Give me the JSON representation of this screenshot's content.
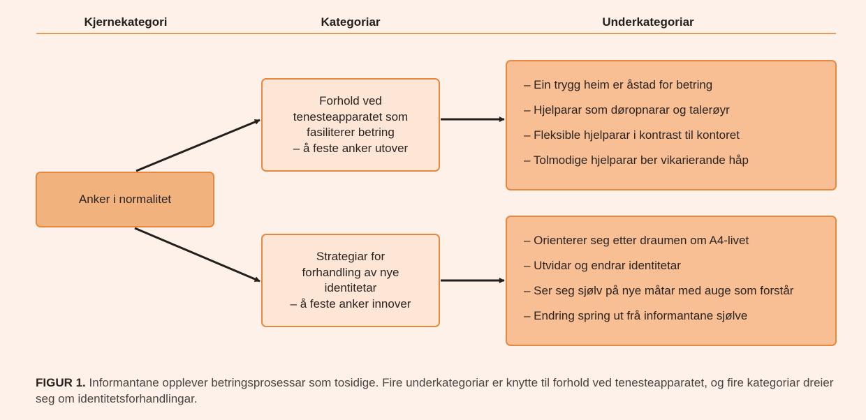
{
  "headers": {
    "core": "Kjernekategori",
    "categories": "Kategoriar",
    "subcategories": "Underkategoriar"
  },
  "core_category": "Anker i normalitet",
  "categories": [
    {
      "lines": [
        "Forhold ved",
        "tenesteapparatet som",
        "fasiliterer betring",
        "– å feste anker utover"
      ],
      "subcategories": [
        "– Ein trygg heim er åstad for betring",
        "– Hjelparar som døropnarar og talerøyr",
        "– Fleksible hjelparar i kontrast til kontoret",
        "– Tolmodige hjelparar ber vikarierande håp"
      ]
    },
    {
      "lines": [
        "Strategiar for",
        "forhandling av nye",
        "identitetar",
        "– å feste anker innover"
      ],
      "subcategories": [
        "– Orienterer seg etter draumen om A4-livet",
        "– Utvidar og endrar identitetar",
        "– Ser seg sjølv på nye måtar med auge som forstår",
        "– Endring spring ut frå informantane sjølve"
      ]
    }
  ],
  "caption": {
    "label": "FIGUR 1.",
    "text": " Informantane opplever betringsprosessar som tosidige. Fire underkategoriar er knytte til forhold ved tenesteapparatet, og fire kategoriar dreier seg om identitetsforhandlingar."
  },
  "colors": {
    "background": "#fdf1ea",
    "rule": "#e79a59",
    "box_border": "#e8883e",
    "core_fill": "#f2b27e",
    "category_fill": "#fde6d6",
    "subcategory_fill": "#f8bf95",
    "arrow": "#231f1c"
  }
}
